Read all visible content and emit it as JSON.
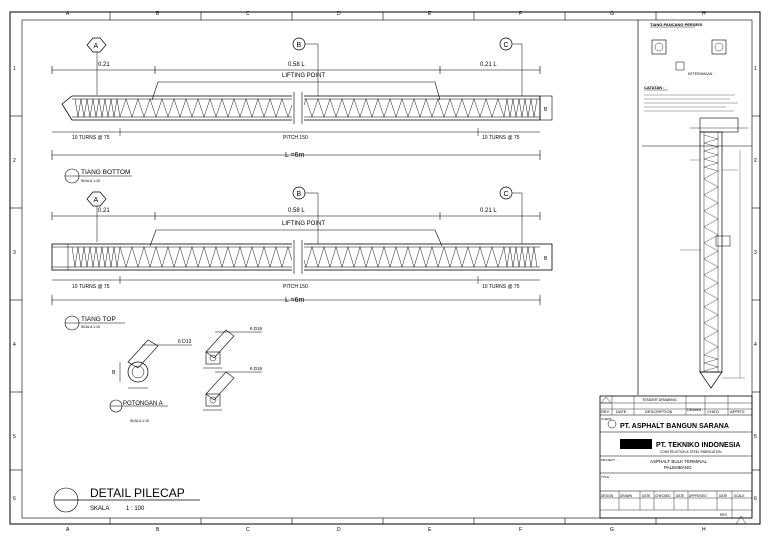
{
  "grid": {
    "columns": [
      "A",
      "B",
      "C",
      "D",
      "E",
      "F",
      "G",
      "H"
    ],
    "rows": [
      "1",
      "2",
      "3",
      "4",
      "5",
      "6"
    ]
  },
  "pile_bottom": {
    "section_markers": [
      "A",
      "B",
      "C"
    ],
    "dim_left": "0.21",
    "dim_mid": "0.58 L",
    "dim_right": "0.21 L",
    "lifting_point": "LIFTING POINT",
    "turns_left": "10 TURNS @ 75",
    "pitch": "PITCH 150",
    "turns_right": "10 TURNS @ 75",
    "length": "L =6m",
    "end_label": "B",
    "title": "TIANG BOTTOM",
    "scale": "SKALA 1:15"
  },
  "pile_top": {
    "section_markers": [
      "A",
      "B",
      "C"
    ],
    "dim_left": "0.21",
    "dim_mid": "0.58 L",
    "dim_right": "0.21 L",
    "lifting_point": "LIFTING POINT",
    "turns_left": "10 TURNS @ 75",
    "pitch": "PITCH 150",
    "turns_right": "10 TURNS @ 75",
    "length": "L =6m",
    "end_label": "B",
    "title": "TIANG TOP",
    "scale": "SKALA 1:15"
  },
  "sections": {
    "bar1": "6 D13",
    "bar2": "6 D16",
    "bar3": "6 D16",
    "dim_b": "B",
    "title": "POTONGAN A",
    "scale": "SKALA 1:15"
  },
  "drawing_title": {
    "title": "DETAIL PILECAP",
    "scale_label": "SKALA",
    "scale_value": "1 : 100"
  },
  "side_panel": {
    "heading": "TIANG PANCANG PERSEGI",
    "catatan": "CATATAN :",
    "legend": "KETERANGAN :"
  },
  "title_block": {
    "tender_drawing": "TENDER DRAWING",
    "rev": "REV",
    "date": "DATE",
    "description": "DESCRIPTION",
    "drawn": "DRAWN",
    "chkd": "CHK'D",
    "appd": "APPR'D",
    "client_label": "CLIENT :",
    "client": "PT. ASPHALT BANGUN SARANA",
    "contractor": "PT. TEKNIKO INDONESIA",
    "contractor_sub": "CONSTRUCTION & STEEL FABRICATION",
    "project_label": "PROJECT :",
    "project_line1": "ASPHALT BULK TERMINAL",
    "project_line2": "PALEMBANG",
    "title_label": "TITLE :",
    "columns": [
      "DESIGN",
      "DRAWN",
      "DATE",
      "CHECKED",
      "DATE",
      "APPROVED",
      "DATE",
      "SCALE"
    ],
    "rev_label": "REV"
  }
}
